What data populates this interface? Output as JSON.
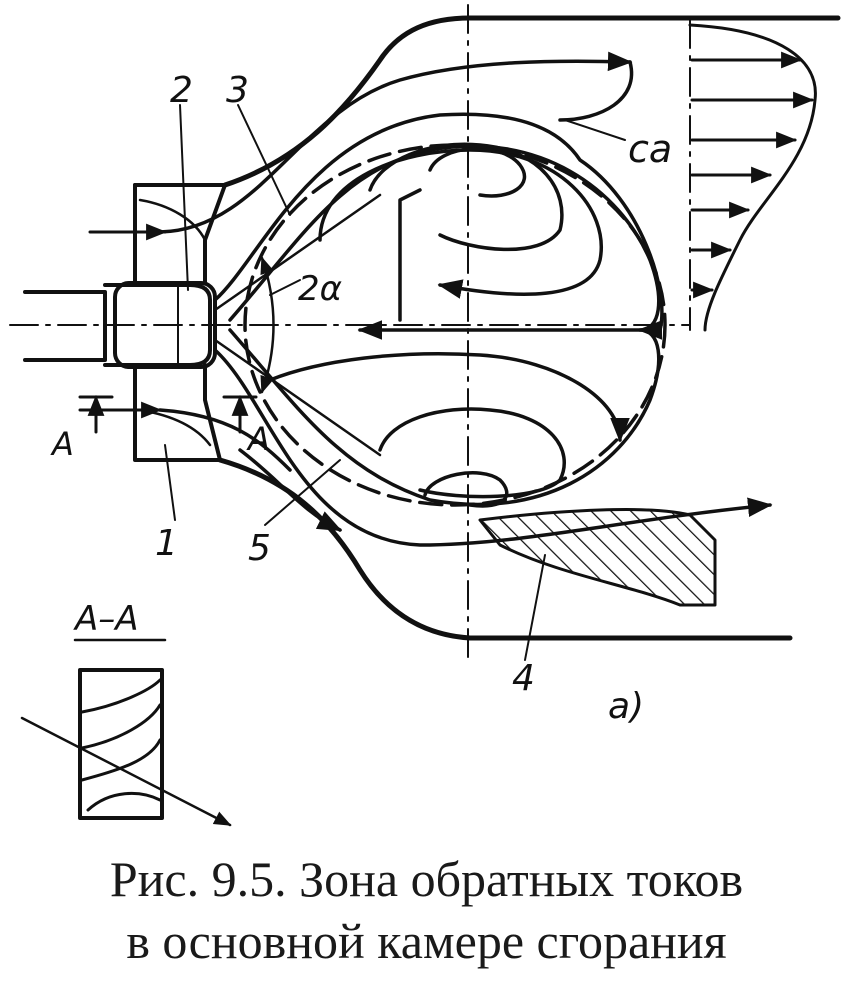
{
  "diagram": {
    "labels": {
      "n1": "1",
      "n2": "2",
      "n3": "3",
      "n4": "4",
      "n5": "5",
      "angle": "2α",
      "velocity": "ca",
      "section_a_left": "A",
      "section_a_right": "A",
      "section_title": "A–A",
      "subfigure": "a)"
    },
    "colors": {
      "ink": "#111111"
    }
  },
  "caption": {
    "line1": "Рис. 9.5. Зона обратных токов",
    "line2": "в основной камере сгорания"
  }
}
